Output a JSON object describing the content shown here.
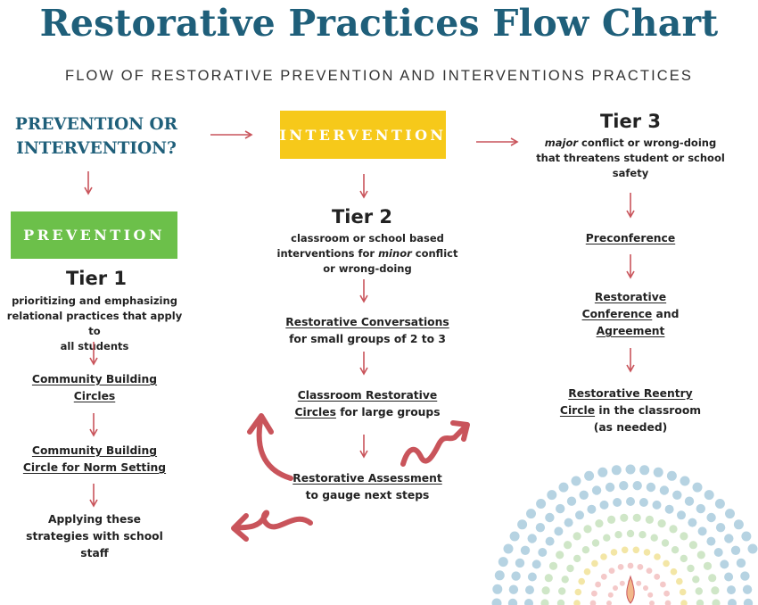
{
  "header": {
    "title": "Restorative Practices Flow Chart",
    "subtitle": "FLOW OF RESTORATIVE PREVENTION AND INTERVENTIONS PRACTICES"
  },
  "start": {
    "question_line1": "PREVENTION OR",
    "question_line2": "INTERVENTION?"
  },
  "intervention_box": {
    "label": "INTERVENTION"
  },
  "prevention_box": {
    "label": "PREVENTION"
  },
  "tier1": {
    "title": "Tier 1",
    "desc_line1": "prioritizing and emphasizing",
    "desc_line2": "relational practices that apply to",
    "desc_line3": "all students",
    "step1_line1": "Community Building",
    "step1_line2": "Circles",
    "step2_line1": "Community Building",
    "step2_line2": "Circle for Norm Setting",
    "step3_line1": "Applying these",
    "step3_line2": "strategies with school",
    "step3_line3": "staff"
  },
  "tier2": {
    "title": "Tier 2",
    "desc_line1": "classroom or school based",
    "desc_line2_pre": "interventions for ",
    "desc_line2_em": "minor",
    "desc_line2_post": " conflict",
    "desc_line3": "or wrong-doing",
    "step1_link": "Restorative Conversations",
    "step1_rest": "for small groups of 2 to 3",
    "step2_link1": "Classroom Restorative",
    "step2_link2": "Circles",
    "step2_rest": " for large groups",
    "step3_link": "Restorative Assessment",
    "step3_rest": "to gauge next steps"
  },
  "tier3": {
    "title": "Tier 3",
    "desc_em": "major",
    "desc_line1_post": " conflict or wrong-doing",
    "desc_line2": "that threatens student or school",
    "desc_line3": "safety",
    "step1_link": "Preconference",
    "step2_link1": "Restorative",
    "step2_link2": "Conference",
    "step2_and": " and",
    "step2_link3": "Agreement",
    "step3_link1": "Restorative Reentry",
    "step3_link2": "Circle",
    "step3_rest1": " in the classroom",
    "step3_rest2": "(as needed)"
  },
  "colors": {
    "title_blue": "#1f5f7a",
    "intervention_yellow": "#f6c91a",
    "prevention_green": "#6cc04a",
    "arrow_red": "#c9545b",
    "rainbow": [
      "#b6d3e2",
      "#cfe6c7",
      "#f3e6a6",
      "#f4c9c9"
    ]
  },
  "icons": [
    "arrow-right-icon",
    "arrow-down-icon",
    "curved-loop-arrow-icon",
    "rainbow-decoration-icon"
  ]
}
